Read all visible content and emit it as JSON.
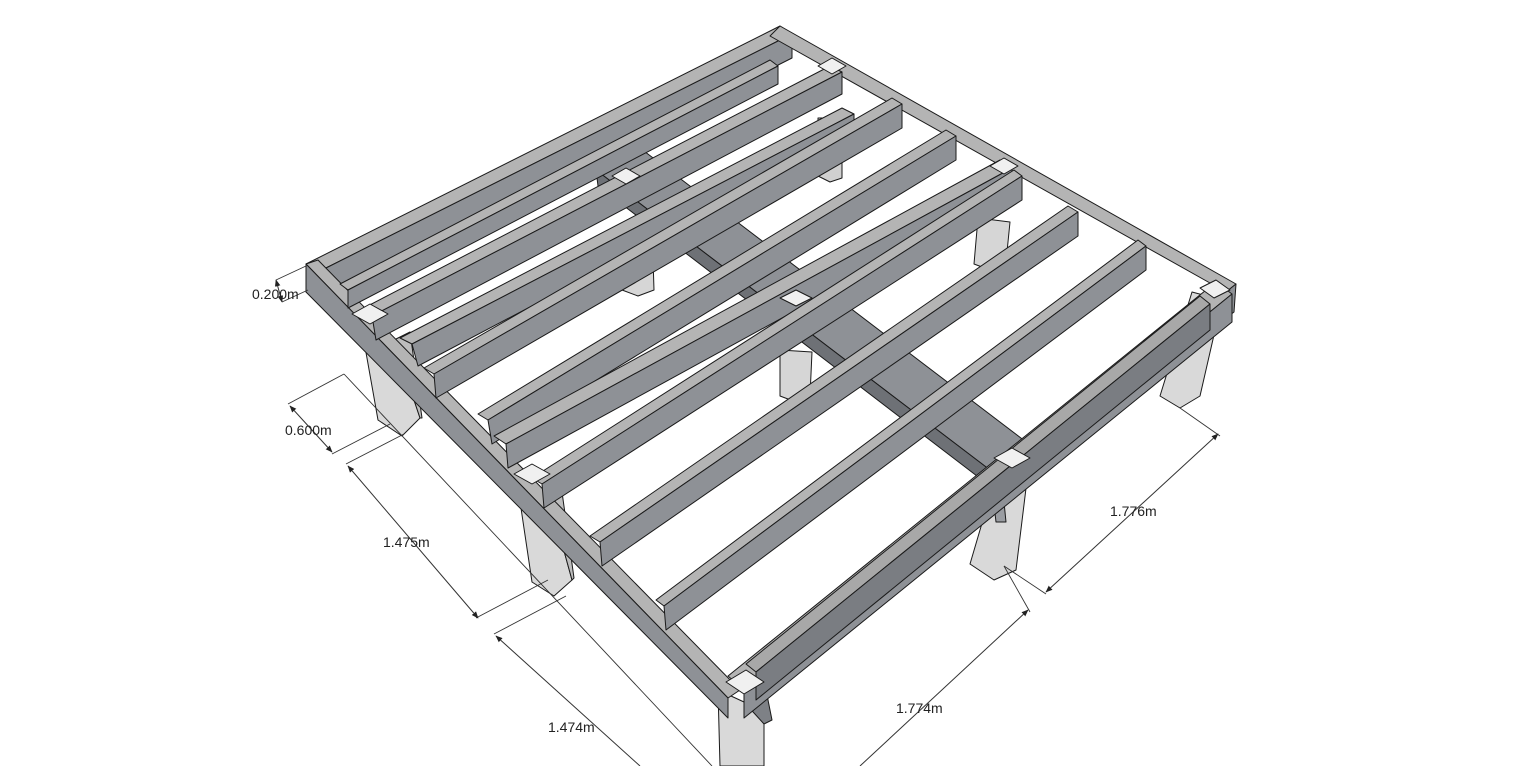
{
  "colors": {
    "background": "#ffffff",
    "timber_top": "#b4b4b4",
    "timber_side": "#8e9196",
    "timber_dark": "#6e7176",
    "post_front": "#d9d9d9",
    "post_side": "#c4c4c4",
    "edge": "#1a1a1a",
    "dimension": "#333333"
  },
  "dimensions": {
    "beam_depth": "0.200m",
    "overhang": "0.600m",
    "span_a": "1.475m",
    "span_b": "1.474m",
    "span_c": "1.774m",
    "span_d": "1.776m"
  }
}
